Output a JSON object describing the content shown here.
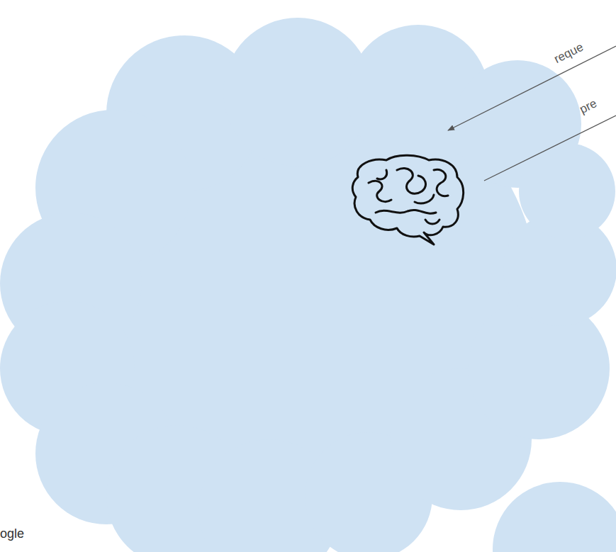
{
  "diagram": {
    "labels": [
      "reque",
      "pre",
      "ogle"
    ]
  }
}
